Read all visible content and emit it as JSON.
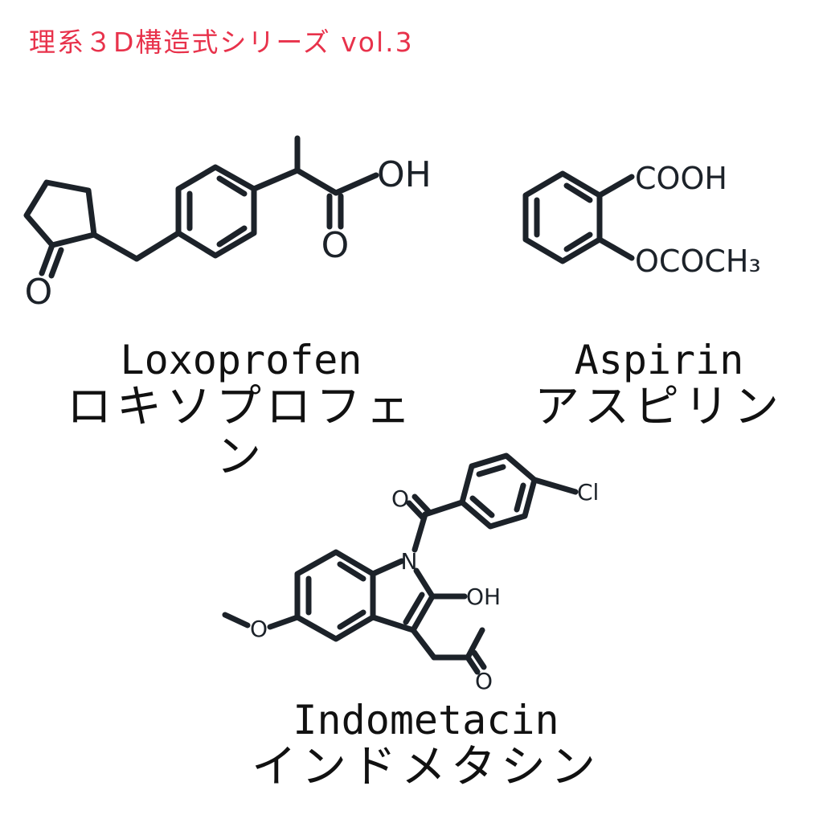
{
  "header": {
    "title": "理系３D構造式シリーズ vol.3",
    "title_color": "#e8324b"
  },
  "molecules": {
    "loxoprofen": {
      "name_en": "Loxoprofen",
      "name_jp": "ロキソプロフェン",
      "atoms": {
        "o_ketone": "O",
        "o_acid": "O",
        "oh": "OH"
      }
    },
    "aspirin": {
      "name_en": "Aspirin",
      "name_jp": "アスピリン",
      "atoms": {
        "cooh": "COOH",
        "ococh3": "OCOCH₃"
      }
    },
    "indometacin": {
      "name_en": "Indometacin",
      "name_jp": "インドメタシン",
      "atoms": {
        "o_carbonyl": "O",
        "cl": "Cl",
        "n": "N",
        "oh": "OH",
        "o_methoxy": "O",
        "o_side": "O"
      }
    }
  },
  "colors": {
    "bond": "#1c2229",
    "text": "#111111",
    "background": "#ffffff"
  }
}
